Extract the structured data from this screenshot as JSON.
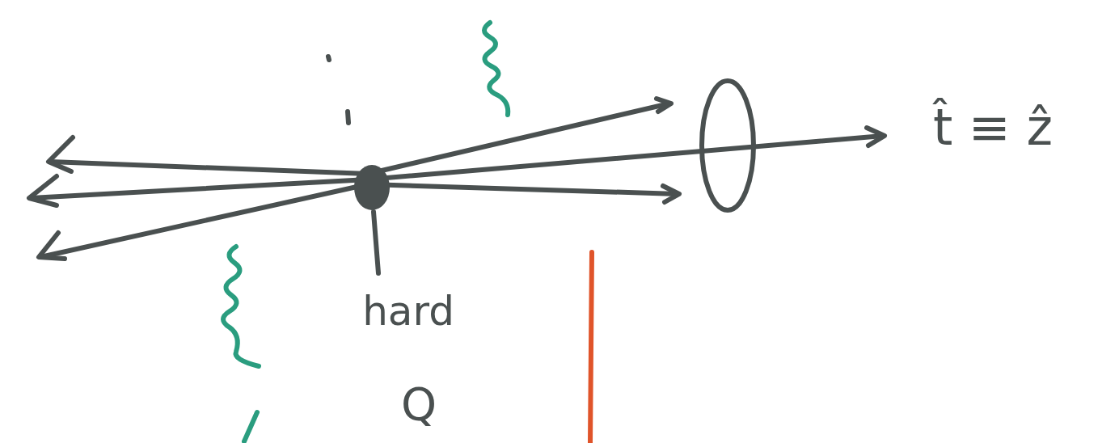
{
  "diagram": {
    "labels": [
      "t̂ ≡ ẑ",
      "hard",
      "Q"
    ]
  }
}
